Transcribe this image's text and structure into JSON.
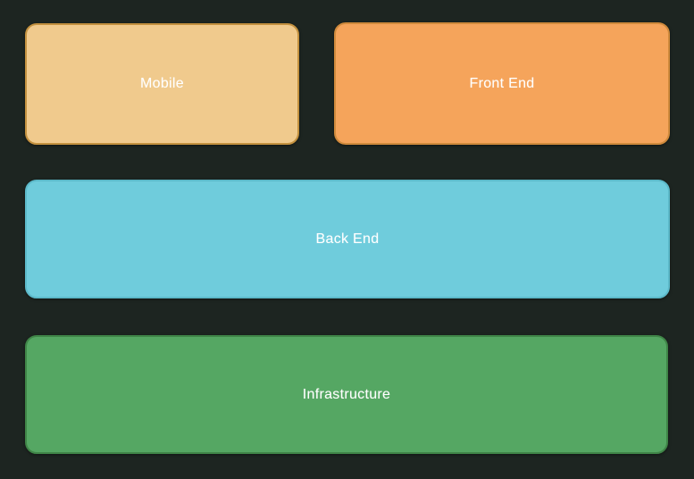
{
  "diagram": {
    "background": "#1d2521",
    "text_color": "#ffffff",
    "boxes": [
      {
        "id": "mobile",
        "label": "Mobile",
        "fill": "#f0ca8d",
        "border": "#c3913f"
      },
      {
        "id": "front-end",
        "label": "Front End",
        "fill": "#f5a45b",
        "border": "#cf8a3c"
      },
      {
        "id": "back-end",
        "label": "Back End",
        "fill": "#6fccdc",
        "border": "#5cb9c9"
      },
      {
        "id": "infrastructure",
        "label": "Infrastructure",
        "fill": "#55a763",
        "border": "#3f8447"
      }
    ]
  }
}
